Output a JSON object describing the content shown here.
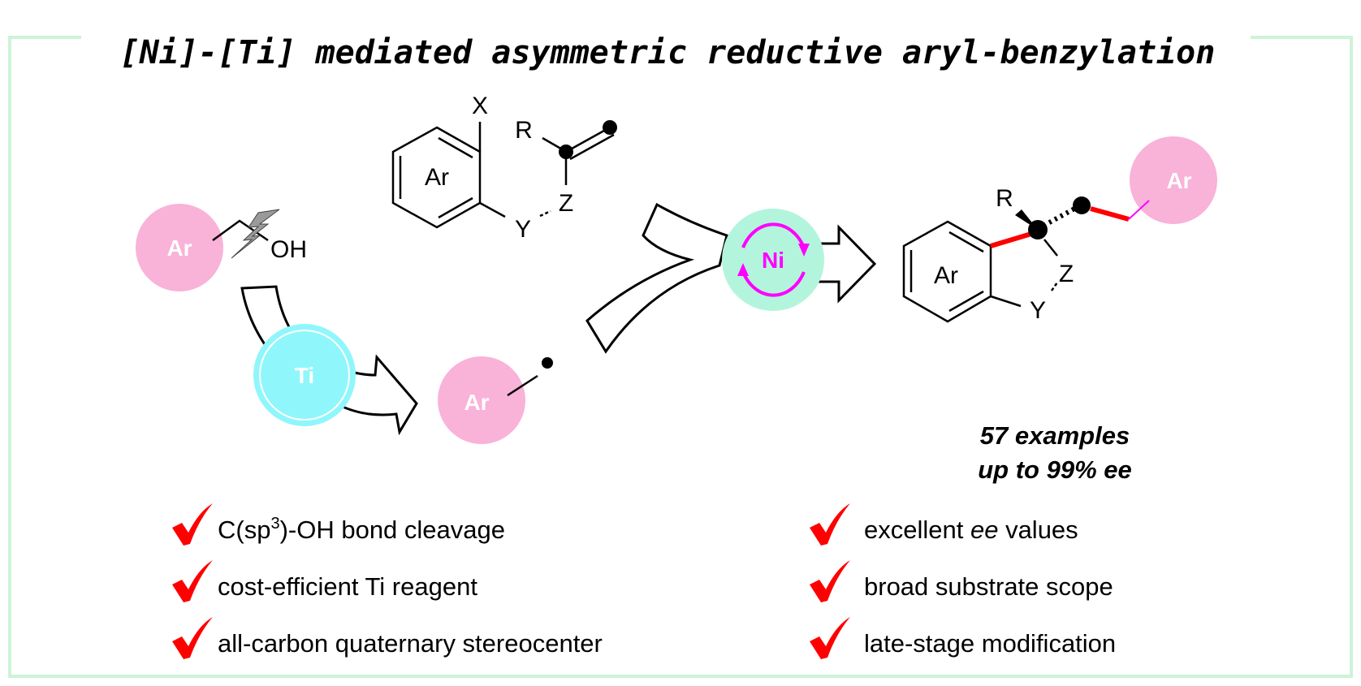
{
  "title": "[Ni]-[Ti] mediated asymmetric reductive aryl-benzylation",
  "colors": {
    "frame": "#cdf3d8",
    "aryl_circle": "#f9b2d8",
    "ti_circle": "#8ff7fb",
    "ni_circle": "#b3f5dc",
    "ni_arrows": "#ff00ff",
    "new_bond": "#ff0000"
  },
  "reagents": {
    "alcohol": {
      "ar": "Ar",
      "oh": "OH"
    },
    "aryl_halide": {
      "ar": "Ar",
      "x": "X",
      "r": "R",
      "y": "Y",
      "z": "Z"
    },
    "radical": {
      "ar": "Ar"
    }
  },
  "catalysts": {
    "ti": "Ti",
    "ni": "Ni"
  },
  "product": {
    "ar": "Ar",
    "r": "R",
    "y": "Y",
    "z": "Z",
    "ar2": "Ar"
  },
  "stats": {
    "examples": "57 examples",
    "ee": "up to 99% ee"
  },
  "features_left": [
    {
      "pre": "C(sp",
      "sup": "3",
      "post": ")-OH bond cleavage"
    },
    {
      "text": "cost-efficient Ti reagent"
    },
    {
      "text": "all-carbon quaternary stereocenter"
    }
  ],
  "features_right": [
    {
      "pre": "excellent ",
      "ital": "ee",
      "post": " values"
    },
    {
      "text": "broad substrate scope"
    },
    {
      "text": "late-stage modification"
    }
  ],
  "icons": {
    "check": "check-mark-icon",
    "bolt": "lightning-bolt-icon"
  }
}
